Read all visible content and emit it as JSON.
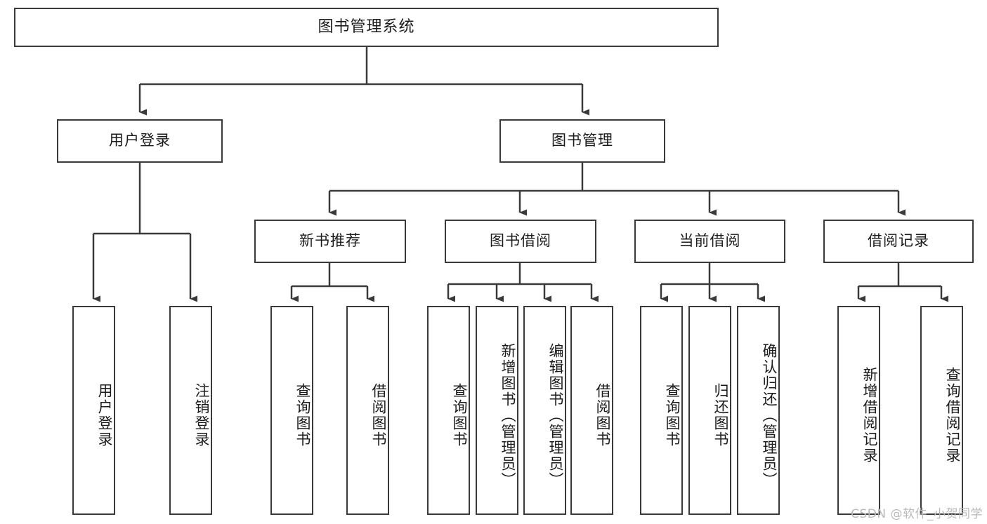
{
  "diagram": {
    "type": "tree",
    "title": "图书管理系统",
    "orientation": "top-down",
    "edge_style": "orthogonal-arrow",
    "colors": {
      "box_border": "#3a3a3a",
      "box_fill": "#ffffff",
      "line": "#3a3a3a",
      "text": "#1b1b1b",
      "watermark": "#b9b9b9"
    }
  },
  "root": {
    "label": "图书管理系统"
  },
  "level2": [
    {
      "label": "用户登录"
    },
    {
      "label": "图书管理"
    }
  ],
  "level3": [
    {
      "label": "新书推荐"
    },
    {
      "label": "图书借阅"
    },
    {
      "label": "当前借阅"
    },
    {
      "label": "借阅记录"
    }
  ],
  "leaves": {
    "user_login": [
      {
        "label": "用户登录"
      },
      {
        "label": "注销登录"
      }
    ],
    "new_book": [
      {
        "label": "查询图书"
      },
      {
        "label": "借阅图书"
      }
    ],
    "book_borrow": [
      {
        "label": "查询图书"
      },
      {
        "label": "新增图书（管理员）"
      },
      {
        "label": "编辑图书（管理员）"
      },
      {
        "label": "借阅图书"
      }
    ],
    "current_borrow": [
      {
        "label": "查询图书"
      },
      {
        "label": "归还图书"
      },
      {
        "label": "确认归还（管理员）"
      }
    ],
    "borrow_record": [
      {
        "label": "新增借阅记录"
      },
      {
        "label": "查询借阅记录"
      }
    ]
  },
  "watermark": {
    "text": "CSDN @软件_小贺同学"
  }
}
